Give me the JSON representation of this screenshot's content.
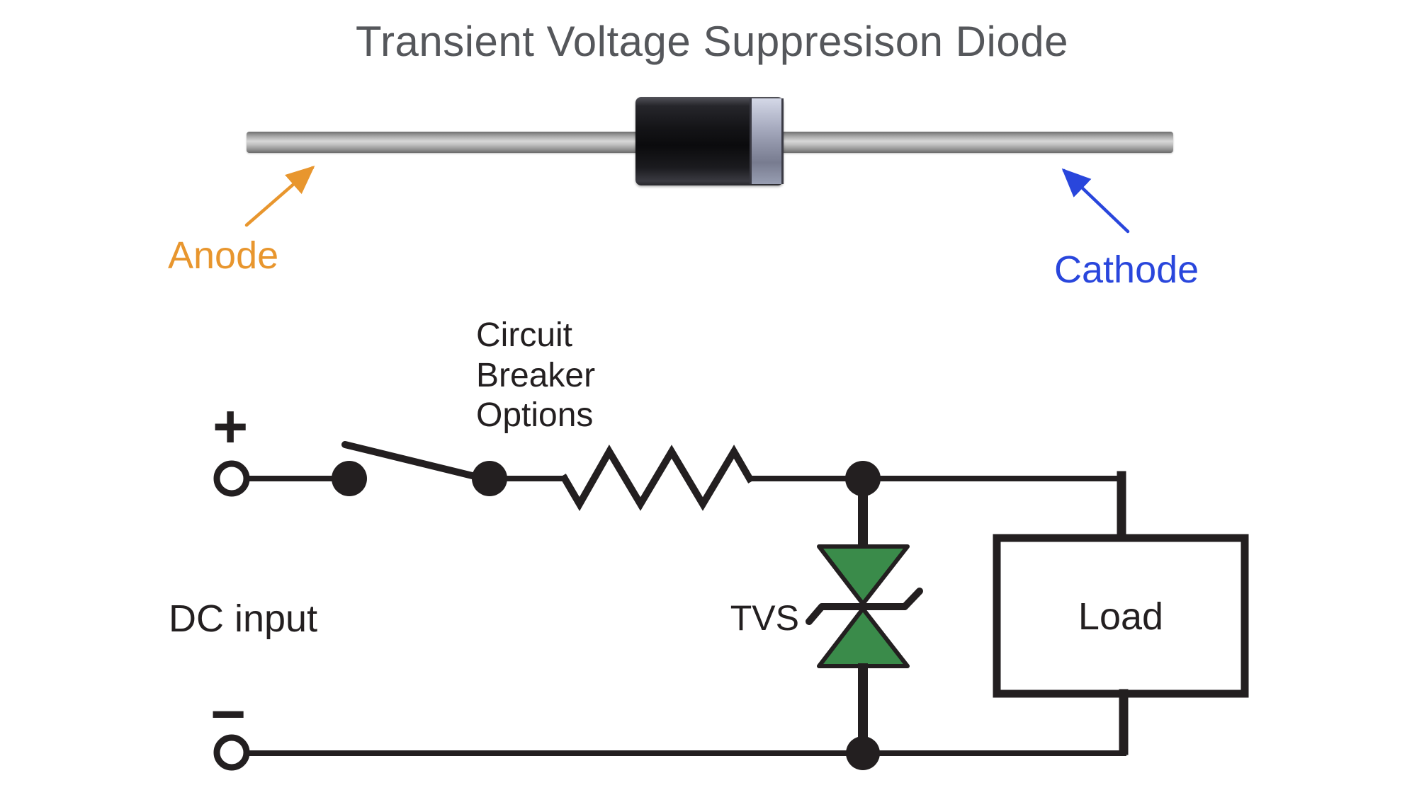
{
  "title": "Transient Voltage Suppresison Diode",
  "colors": {
    "black": "#231F20",
    "orange": "#E8962E",
    "blue": "#2946DC",
    "green": "#3A8B4A",
    "gray": "#55575B"
  },
  "diode": {
    "anode_label": "Anode",
    "cathode_label": "Cathode"
  },
  "circuit": {
    "breaker_label": "Circuit\nBreaker\nOptions",
    "dc_input_label": "DC input",
    "plus_label": "+",
    "minus_label": "−",
    "tvs_label": "TVS",
    "load_label": "Load"
  }
}
